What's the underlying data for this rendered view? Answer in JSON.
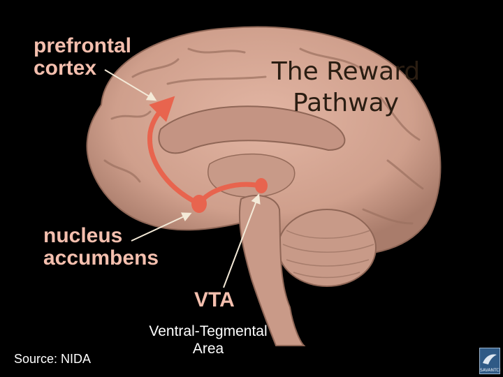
{
  "title": {
    "line1": "The Reward",
    "line2": "Pathway"
  },
  "labels": {
    "prefrontal_line1": "prefrontal",
    "prefrontal_line2": "cortex",
    "nucleus_line1": "nucleus",
    "nucleus_line2": "accumbens",
    "vta": "VTA",
    "vta_full_line1": "Ventral-Tegmental",
    "vta_full_line2": "Area"
  },
  "source": "Source: NIDA",
  "logo_text": "SAVANTCI",
  "colors": {
    "background": "#000000",
    "brain": "#d8a896",
    "label_text": "#f4bfae",
    "pathway": "#e8644e",
    "title_text": "#2a1d12"
  }
}
